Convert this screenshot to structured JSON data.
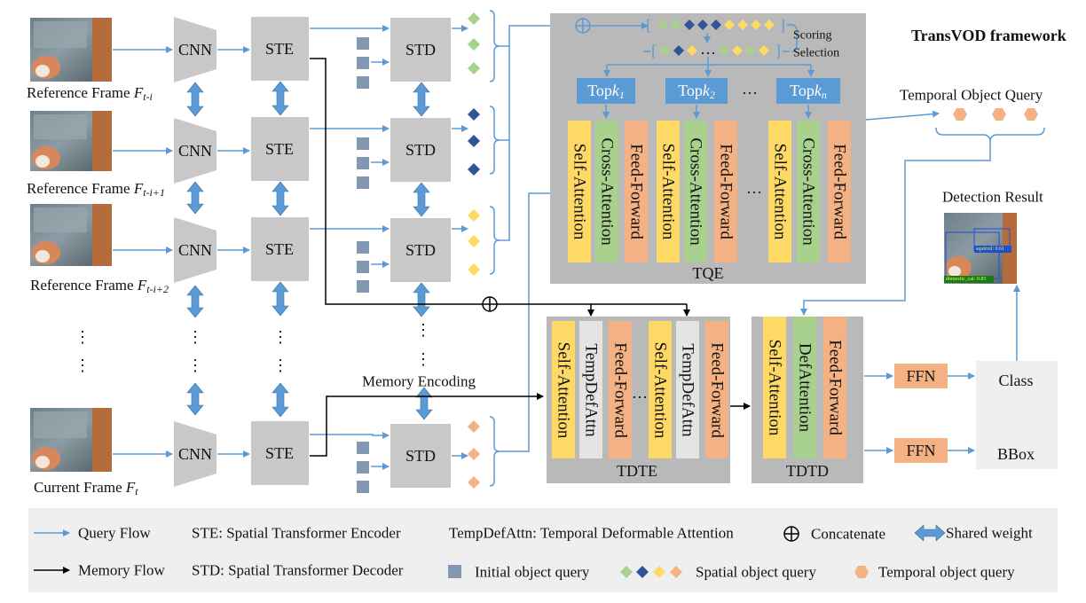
{
  "title": "TransVOD framework",
  "frames": [
    {
      "label": "Reference Frame",
      "symbol": "F",
      "subscript": "t-i"
    },
    {
      "label": "Reference Frame",
      "symbol": "F",
      "subscript": "t-i+1"
    },
    {
      "label": "Reference Frame",
      "symbol": "F",
      "subscript": "t-i+2"
    },
    {
      "label": "Current Frame",
      "symbol": "F",
      "subscript": "t"
    }
  ],
  "blocks": {
    "cnn": "CNN",
    "ste": "STE",
    "std": "STD",
    "tqe": "TQE",
    "tdte": "TDTE",
    "tdtd": "TDTD",
    "ffn": "FFN",
    "class": "Class",
    "bbox": "BBox"
  },
  "ellipsis": {
    "vertical": "⋮",
    "horizontal": "…"
  },
  "scoring": {
    "line1": "Scoring",
    "line2": "Selection"
  },
  "topk": {
    "prefix": "Top",
    "k": "k",
    "subs": [
      "1",
      "2",
      "n"
    ]
  },
  "layers": {
    "self_attention": "Self-Attention",
    "cross_attention": "Cross-Attention",
    "feed_forward": "Feed-Forward",
    "temp_def_attn": "TempDefAttn",
    "def_attention": "DefAttention"
  },
  "labels": {
    "memory_encoding": "Memory  Encoding",
    "temporal_object_query": "Temporal Object Query",
    "detection_result": "Detection Result",
    "det_label_1": "squirrel: 0.61",
    "det_label_2": "domestic_cat: 0.83"
  },
  "legend": {
    "query_flow": "Query Flow",
    "memory_flow": "Memory Flow",
    "ste": "STE: Spatial Transformer Encoder",
    "std": "STD: Spatial Transformer Decoder",
    "tempdefattn": "TempDefAttn: Temporal Deformable Attention",
    "concatenate": "Concatenate",
    "shared_weight": "Shared weight",
    "initial_query": "Initial object query",
    "spatial_query": "Spatial object query",
    "temporal_query": "Temporal object query"
  },
  "colors": {
    "block_gray": "#c8c8c8",
    "panel_gray": "#b9b9b9",
    "flow_blue": "#5b9bd5",
    "memory_black": "#000000",
    "self_attention_yellow": "#ffd966",
    "cross_attention_green": "#a9d18e",
    "feed_forward_orange": "#f4b183",
    "temp_def_gray": "#e4e4e4",
    "topk_blue": "#5b9bd5",
    "initial_query_slate": "#8497b0",
    "spatial_green": "#a9d18e",
    "spatial_navy": "#2f5597",
    "spatial_yellow": "#ffd966",
    "spatial_orange": "#f4b183",
    "temporal_orange": "#f4b183",
    "legend_bg": "#efefef"
  }
}
